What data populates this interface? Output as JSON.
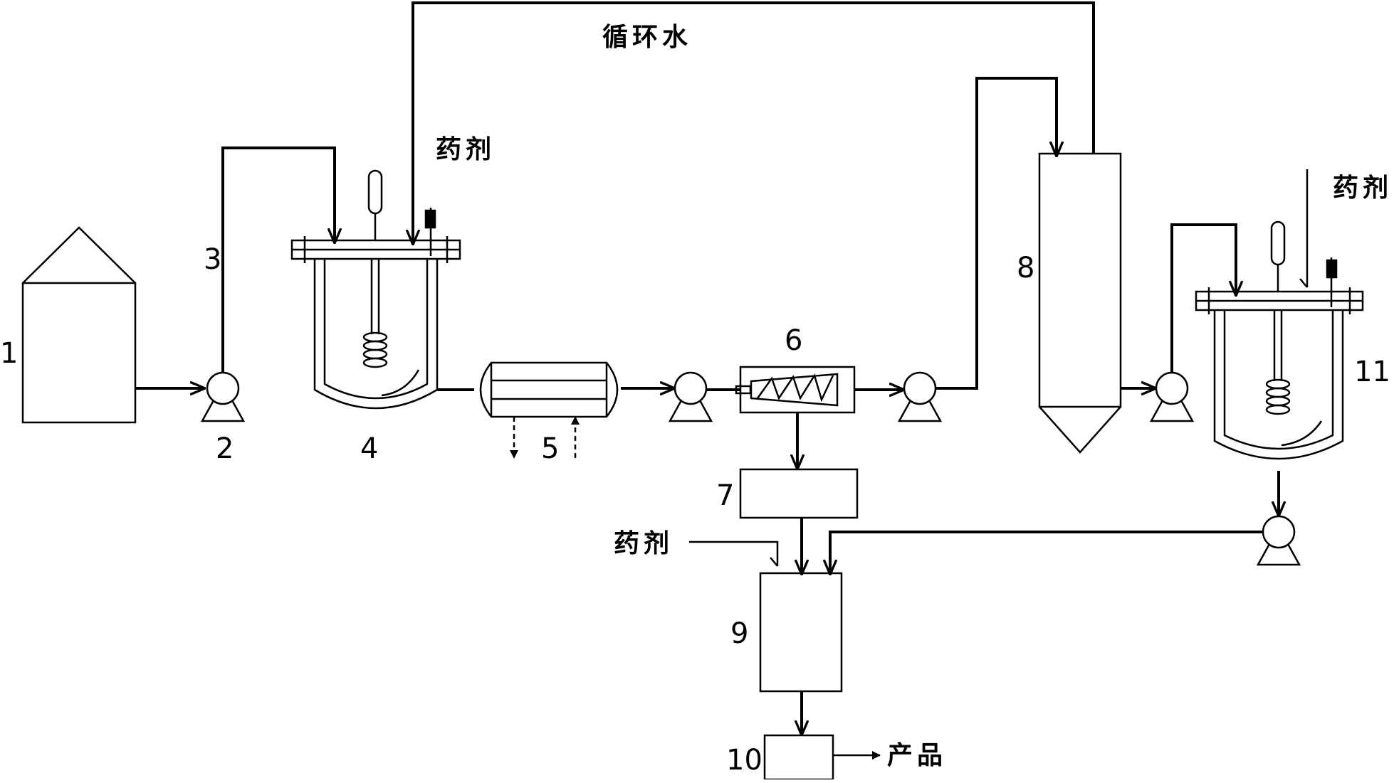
{
  "labels": {
    "n1": "1",
    "n2": "2",
    "n3": "3",
    "n4": "4",
    "n5": "5",
    "n6": "6",
    "n7": "7",
    "n8": "8",
    "n9": "9",
    "n10": "10",
    "n11": "11",
    "reagent": "药剂",
    "circulating_water": "循环水",
    "product": "产品"
  },
  "colors": {
    "line": "#000000",
    "background": "#ffffff"
  }
}
